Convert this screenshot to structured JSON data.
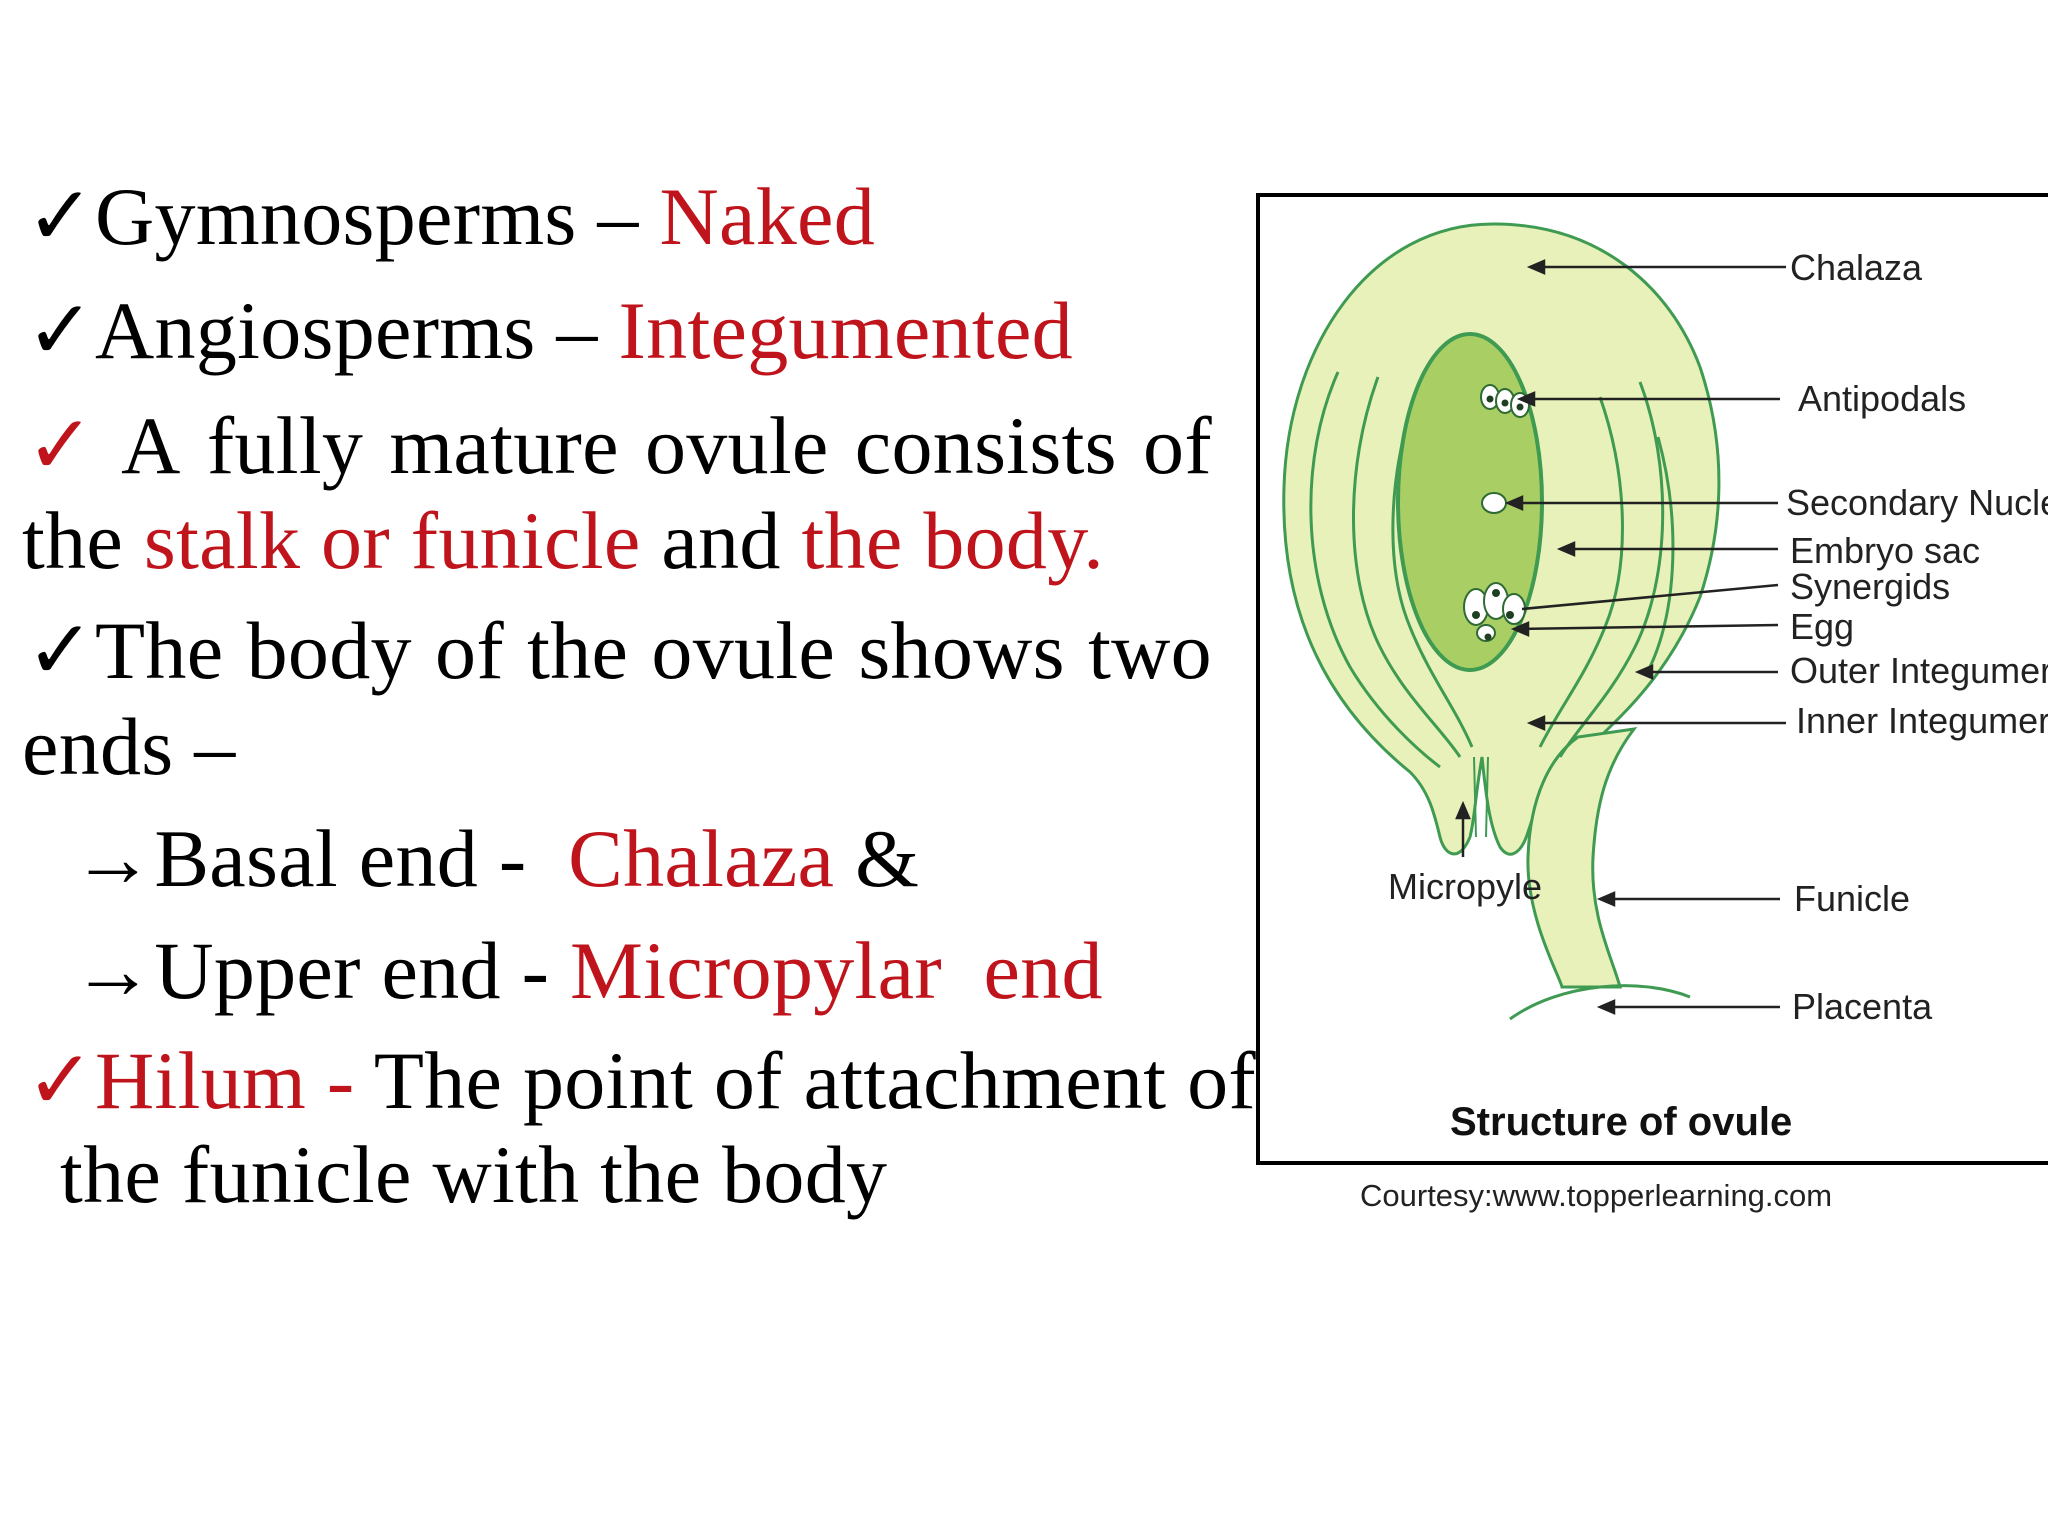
{
  "bullets": {
    "b1": {
      "check": "✓",
      "term": "Gymnosperms",
      "dash": " – ",
      "value": "Naked"
    },
    "b2": {
      "check": "✓",
      "term": "Angiosperms",
      "dash": " – ",
      "value": "Integumented"
    },
    "b3": {
      "check": "✓",
      "line1_words": [
        "A",
        "fully",
        "mature",
        "ovule",
        "consists",
        "of"
      ],
      "line2_a": "the ",
      "line2_b": "stalk or funicle",
      "line2_c": " and ",
      "line2_d": "the body."
    },
    "b4": {
      "check": "✓",
      "line1_words": [
        "The",
        "body",
        "of",
        "the",
        "ovule",
        "shows",
        "two"
      ],
      "line2": "ends –"
    },
    "sub1": {
      "arrow": "→",
      "text": "Basal end -  ",
      "value": "Chalaza",
      "tail": " &"
    },
    "sub2": {
      "arrow": "→",
      "text": "Upper end - ",
      "value": "Micropylar  end"
    },
    "b5": {
      "check": "✓",
      "term": "Hilum - ",
      "text": "The point of attachment of",
      "line2": "the funicle with the body"
    }
  },
  "diagram": {
    "title": "Structure of ovule",
    "labels": {
      "chalaza": "Chalaza",
      "antipodals": "Antipodals",
      "secondary_nucleus": "Secondary Nucle",
      "embryo_sac": "Embryo sac",
      "synergids": "Synergids",
      "egg": "Egg",
      "outer_integument": "Outer Integumer",
      "inner_integument": "Inner Integumer",
      "micropyle": "Micropyle",
      "funicle": "Funicle",
      "placenta": "Placenta"
    },
    "colors": {
      "outer_fill": "#e8f0b8",
      "embryo_sac_fill": "#a9cf64",
      "outline": "#3f9a52",
      "text_red": "#c0141c"
    }
  },
  "courtesy": "Courtesy:www.topperlearning.com"
}
